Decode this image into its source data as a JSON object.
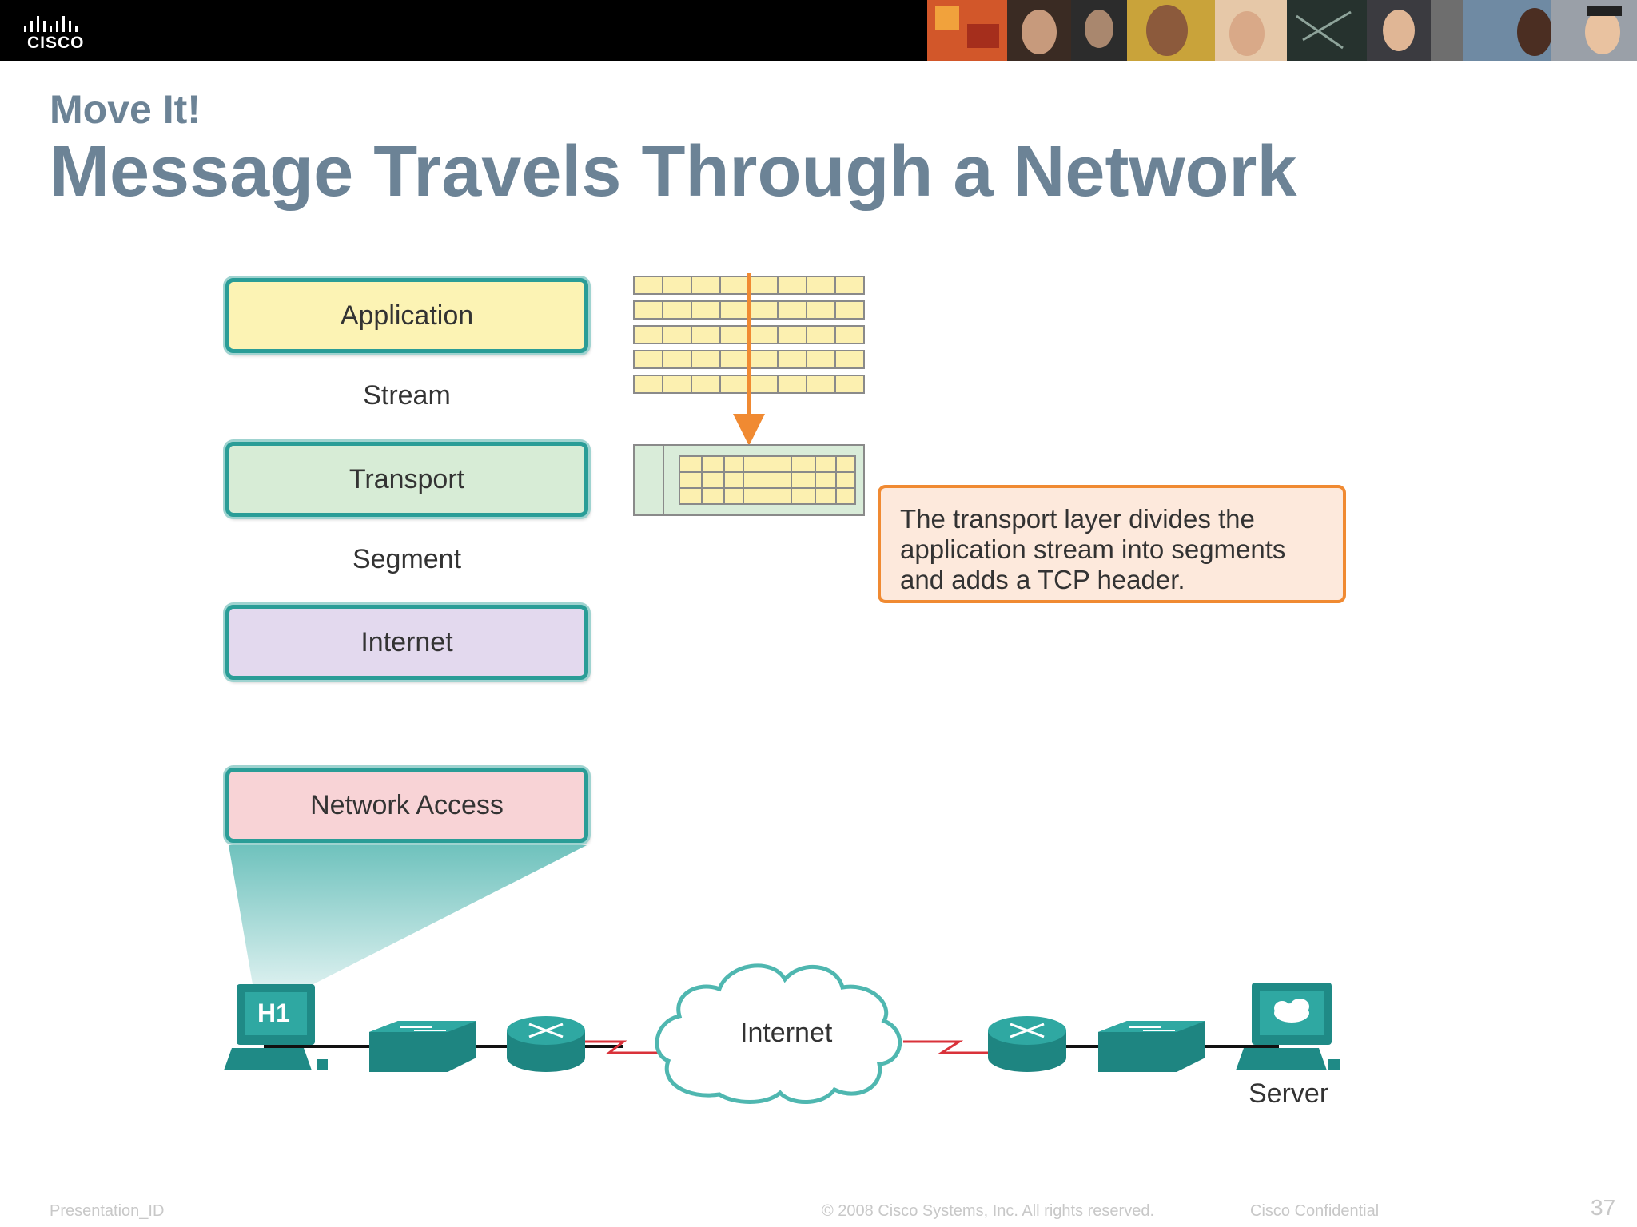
{
  "header": {
    "logo_text": "CISCO"
  },
  "slide": {
    "subtitle": "Move It!",
    "title": "Message Travels Through a Network"
  },
  "layers": [
    {
      "label": "Application",
      "color": "#fcf3b4"
    },
    {
      "label": "Transport",
      "color": "#d7ecd6"
    },
    {
      "label": "Internet",
      "color": "#e3d9ee"
    },
    {
      "label": "Network Access",
      "color": "#f8d3d6"
    }
  ],
  "pdu_labels": {
    "stream": "Stream",
    "segment": "Segment"
  },
  "callout": {
    "text": "The transport layer divides the application stream into segments and adds a TCP header."
  },
  "network": {
    "host_label": "H1",
    "cloud_label": "Internet",
    "server_label": "Server"
  },
  "colors": {
    "teal": "#2a9d97",
    "orange": "#f08a32",
    "serial_link": "#d9323a"
  },
  "footer": {
    "presentation_id": "Presentation_ID",
    "copyright": "© 2008 Cisco Systems, Inc. All rights reserved.",
    "confidential": "Cisco Confidential",
    "page_number": "37"
  }
}
